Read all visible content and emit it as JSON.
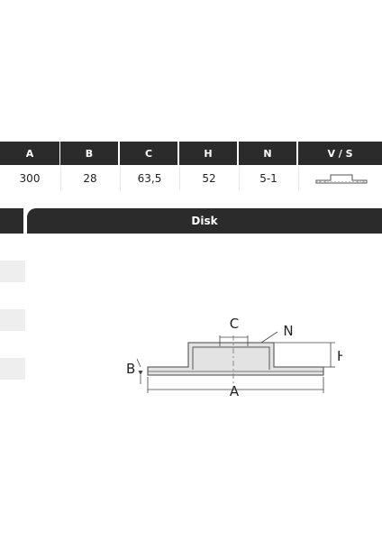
{
  "spec_table": {
    "headers": [
      "A",
      "B",
      "C",
      "H",
      "N",
      "V / S"
    ],
    "values": [
      "300",
      "28",
      "63,5",
      "52",
      "5-1"
    ],
    "vs_icon": "disc-profile-icon"
  },
  "section": {
    "title": "Disk"
  },
  "diagram": {
    "labels": {
      "a": "A",
      "b": "B",
      "c": "C",
      "h": "H",
      "n": "N"
    }
  },
  "colors": {
    "header_bg": "#2b2b2b",
    "header_text": "#ffffff",
    "cell_text": "#222222"
  }
}
